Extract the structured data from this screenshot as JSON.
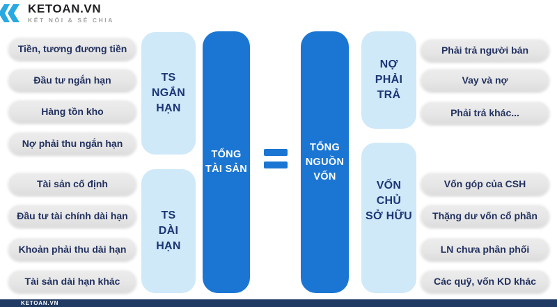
{
  "brand": {
    "name": "KETOAN.VN",
    "tagline": "KẾT NỐI & SẺ CHIA"
  },
  "colors": {
    "primary_blue": "#1b76d3",
    "light_blue": "#cfe9f9",
    "pill_gray": "#e8e8e8",
    "navy_text": "#22315f",
    "heading_navy": "#1b3575",
    "logo_blue": "#29a9e1",
    "footer_navy": "#203a63"
  },
  "assets": {
    "short_term_items": [
      "Tiền, tương đương tiền",
      "Đầu tư ngắn hạn",
      "Hàng tồn kho",
      "Nợ phải thu ngắn hạn"
    ],
    "long_term_items": [
      "Tài sản cố định",
      "Đầu tư tài chính dài hạn",
      "Khoản phải thu dài hạn",
      "Tài sản dài hạn khác"
    ],
    "group_label_top": {
      "line1": "TS",
      "line2": "NGẮN",
      "line3": "HẠN"
    },
    "group_label_bottom": {
      "line1": "TS",
      "line2": "DÀI",
      "line3": "HẠN"
    },
    "total": {
      "line1": "TỔNG",
      "line2": "TÀI SẢN"
    }
  },
  "equation": {
    "equals": "="
  },
  "capital": {
    "total": {
      "line1": "TỔNG",
      "line2": "NGUỒN",
      "line3": "VỐN"
    },
    "liabilities_label": {
      "line1": "NỢ",
      "line2": "PHẢI",
      "line3": "TRẢ"
    },
    "equity_label": {
      "line1": "VỐN",
      "line2": "CHỦ",
      "line3": "SỞ HỮU"
    },
    "liabilities_items": [
      "Phải trả người bán",
      "Vay và nợ",
      "Phải trả khác..."
    ],
    "equity_items": [
      "Vốn góp của CSH",
      "Thặng dư vốn cổ phần",
      "LN chưa phân phối",
      "Các quỹ, vốn KD khác"
    ]
  },
  "footer": {
    "text": "KETOAN.VN"
  }
}
